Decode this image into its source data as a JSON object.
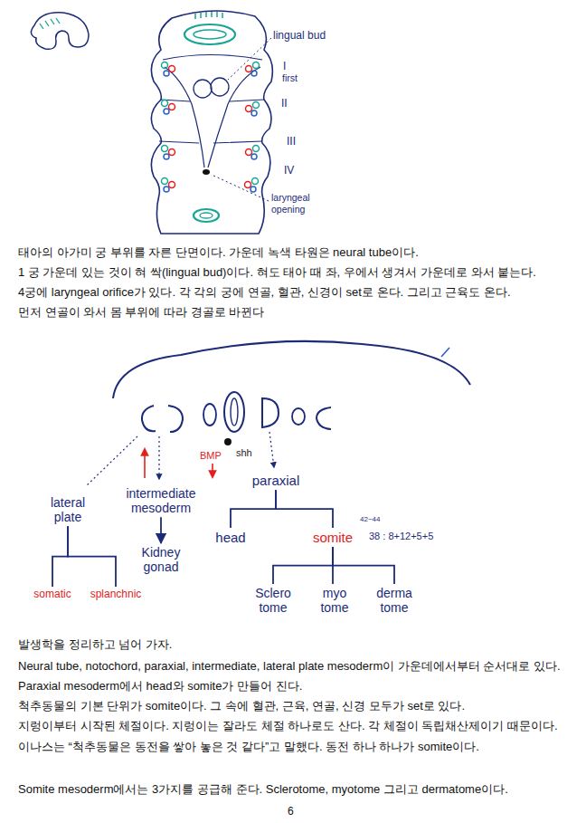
{
  "diagram": {
    "nodes": [
      {
        "text": [
          "lateral plate"
        ]
      },
      {
        "text": [
          "intermediate mesoderm"
        ]
      },
      {
        "text": [
          "Kidney gonad"
        ]
      },
      {
        "text": [
          "paraxial"
        ]
      },
      {
        "text": [
          "head"
        ]
      },
      {
        "text": [
          "somite"
        ]
      },
      {
        "text": [
          "somatic"
        ]
      },
      {
        "text": [
          "splanchnic"
        ]
      },
      {
        "text": [
          "Sclero tome"
        ]
      },
      {
        "text": [
          "myo tome"
        ]
      },
      {
        "text": [
          "derma tome"
        ]
      }
    ],
    "edges": [
      {
        "from": 1,
        "to": 2,
        "arrow": "to"
      },
      {
        "from": 3,
        "to": 4,
        "arrow": "none"
      },
      {
        "from": 3,
        "to": 5,
        "arrow": "none"
      },
      {
        "from": 0,
        "to": 6,
        "arrow": "none"
      },
      {
        "from": 0,
        "to": 7,
        "arrow": "none"
      },
      {
        "from": 5,
        "to": 8,
        "arrow": "none"
      },
      {
        "from": 5,
        "to": 9,
        "arrow": "none"
      },
      {
        "from": 5,
        "to": 10,
        "arrow": "none"
      }
    ],
    "labels": [
      "lingual bud",
      "I",
      "first",
      "II",
      "III",
      "IV",
      "laryngeal opening",
      "태아의 아가미 궁 부위를 자른 단면이다. 가운데 녹색 타원은 neural tube이다.",
      "1 궁 가운데 있는 것이 혀 싹(lingual bud)이다. 혀도 태아 때 좌, 우에서 생겨서 가운데로 와서 붙는다.",
      "4궁에 laryngeal orifice가 있다. 각 각의 궁에 연골, 혈관, 신경이 set로 온다. 그리고 근육도 온다.",
      "먼저 연골이 와서 몸 부위에 따라 경골로 바뀐다",
      "BMP",
      "shh",
      "42~44",
      "38 : 8+12+5+5",
      "발생학을 정리하고 넘어 가자.",
      "Neural tube, notochord, paraxial, intermediate, lateral plate mesoderm이 가운데에서부터 순서대로 있다.",
      "Paraxial mesoderm에서 head와 somite가 만들어 진다.",
      "척추동물의 기본 단위가 somite이다. 그 속에 혈관, 근육, 연골, 신경 모두가 set로 있다.",
      "지렁이부터 시작된 체절이다. 지렁이는 잘라도 체절 하나로도 산다. 각 체절이 독립채산제이기 때문이다.",
      "이나스는 “척추동물은 동전을 쌓아 놓은 것 같다”고 말했다. 동전 하나 하나가 somite이다.",
      "Somite mesoderm에서는 3가지를 공급해 준다. Sclerotome, myotome 그리고 dermatome이다.",
      "6"
    ]
  }
}
